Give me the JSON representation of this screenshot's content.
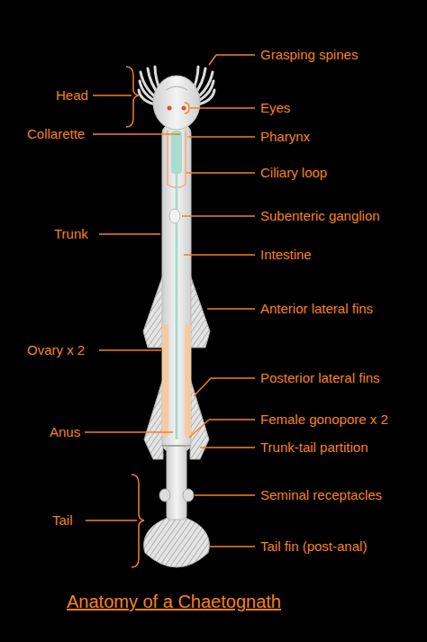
{
  "diagram": {
    "title": "Anatomy of a Chaetognath",
    "labels": [
      "Grasping spines",
      "Head",
      "Eyes",
      "Collarette",
      "Pharynx",
      "Ciliary loop",
      "Trunk",
      "Subenteric ganglion",
      "Intestine",
      "Anterior lateral fins",
      "Ovary x 2",
      "Posterior lateral fins",
      "Anus",
      "Female gonopore x 2",
      "Trunk-tail partition",
      "Seminal receptacles",
      "Tail",
      "Tail fin (post-anal)"
    ]
  }
}
